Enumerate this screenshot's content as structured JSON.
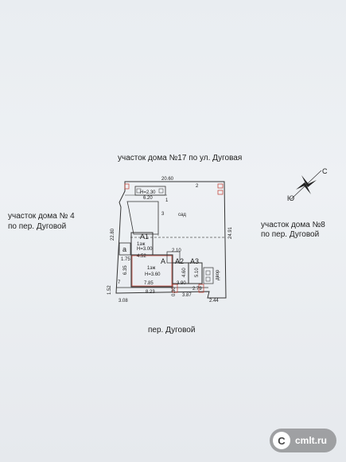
{
  "labels": {
    "north_neighbor": "участок дома №17 по ул. Дуговая",
    "west_neighbor_line1": "участок дома № 4",
    "west_neighbor_line2": "по пер. Дуговой",
    "east_neighbor_line1": "участок дома №8",
    "east_neighbor_line2": "по пер. Дуговой",
    "south_street": "пер. Дуговой"
  },
  "compass": {
    "north": "С",
    "south": "Ю"
  },
  "plan": {
    "top_width": "20.60",
    "left_depth": "22.80",
    "right_depth": "24.91",
    "shed_label": "Н=2.30",
    "shed_width": "6.20",
    "yard_label": "сад",
    "num_2": "2",
    "num_3": "3",
    "num_1": "1",
    "num_7": "7",
    "room_a1": "А1",
    "room_a1_note": "1эж",
    "room_a1_h": "Н=3.00",
    "room_a": "А",
    "room_a_note": "1эж",
    "room_a_h": "Н=3.60",
    "room_a2": "А2",
    "room_a3": "А3",
    "room_a_small": "а",
    "dim_452": "4.52",
    "dim_210": "2.10",
    "dim_785": "7.85",
    "dim_390": "3.90",
    "dim_823": "8.23",
    "dim_387": "3.87",
    "dim_279": "2.79",
    "dim_244": "2.44",
    "dim_308": "3.08",
    "dim_152": "1.52",
    "dim_175": "1.75",
    "dim_635": "6.35",
    "dim_030": "0.30",
    "dim_460": "4.60",
    "dim_510": "5.10",
    "porch": "двор"
  },
  "watermark": {
    "logo": "С",
    "text": "cmlt.ru"
  }
}
